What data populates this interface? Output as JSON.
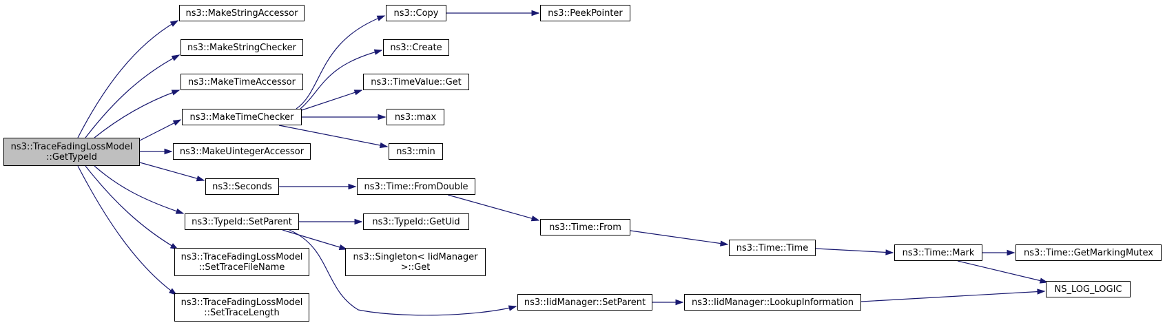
{
  "graph": {
    "edge_color": "#191970",
    "root_fill": "#bfbfbf",
    "nodes": {
      "root": "ns3::TraceFadingLossModel\n::GetTypeId",
      "makeStringAccessor": "ns3::MakeStringAccessor",
      "makeStringChecker": "ns3::MakeStringChecker",
      "makeTimeAccessor": "ns3::MakeTimeAccessor",
      "makeTimeChecker": "ns3::MakeTimeChecker",
      "makeUintegerAccessor": "ns3::MakeUintegerAccessor",
      "seconds": "ns3::Seconds",
      "typeIdSetParent": "ns3::TypeId::SetParent",
      "setTraceFileName": "ns3::TraceFadingLossModel\n::SetTraceFileName",
      "setTraceLength": "ns3::TraceFadingLossModel\n::SetTraceLength",
      "copy": "ns3::Copy",
      "peekPointer": "ns3::PeekPointer",
      "create": "ns3::Create",
      "timeValueGet": "ns3::TimeValue::Get",
      "max": "ns3::max",
      "min": "ns3::min",
      "timeFromDouble": "ns3::Time::FromDouble",
      "timeFrom": "ns3::Time::From",
      "typeIdGetUid": "ns3::TypeId::GetUid",
      "singletonGet": "ns3::Singleton< IidManager\n>::Get",
      "iidManagerSetParent": "ns3::IidManager::SetParent",
      "timeTime": "ns3::Time::Time",
      "lookupInformation": "ns3::IidManager::LookupInformation",
      "timeMark": "ns3::Time::Mark",
      "getMarkingMutex": "ns3::Time::GetMarkingMutex",
      "nsLogLogic": "NS_LOG_LOGIC"
    }
  }
}
